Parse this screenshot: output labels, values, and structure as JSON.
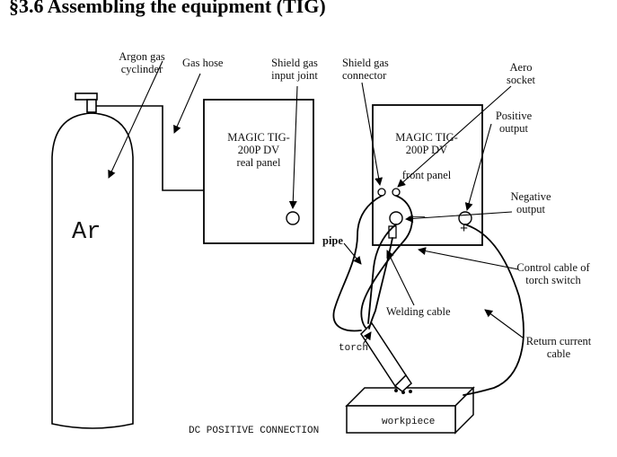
{
  "heading": "§3.6 Assembling the equipment (TIG)",
  "labels": {
    "argon_cylinder": [
      "Argon gas",
      "cyclinder"
    ],
    "gas_hose": "Gas hose",
    "shield_gas_input": [
      "Shield gas",
      "input joint"
    ],
    "shield_gas_connector": [
      "Shield gas",
      "connector"
    ],
    "aero_socket": [
      "Aero",
      "socket"
    ],
    "positive_output": [
      "Positive",
      "output"
    ],
    "negative_output": [
      "Negative",
      "output"
    ],
    "rear_machine": [
      "MAGIC TIG-",
      "200P DV",
      "real panel"
    ],
    "front_machine": [
      "MAGIC TIG-",
      "200P DV",
      "front panel"
    ],
    "pipe": "pipe",
    "control_cable": [
      "Control cable of",
      "torch switch"
    ],
    "welding_cable": "Welding cable",
    "return_cable": [
      "Return current",
      "cable"
    ],
    "torch": "torch",
    "workpiece": "workpiece",
    "cylinder_text": "Ar",
    "caption": "DC POSITIVE CONNECTION",
    "minus_sign": "—",
    "plus_sign": "+"
  }
}
